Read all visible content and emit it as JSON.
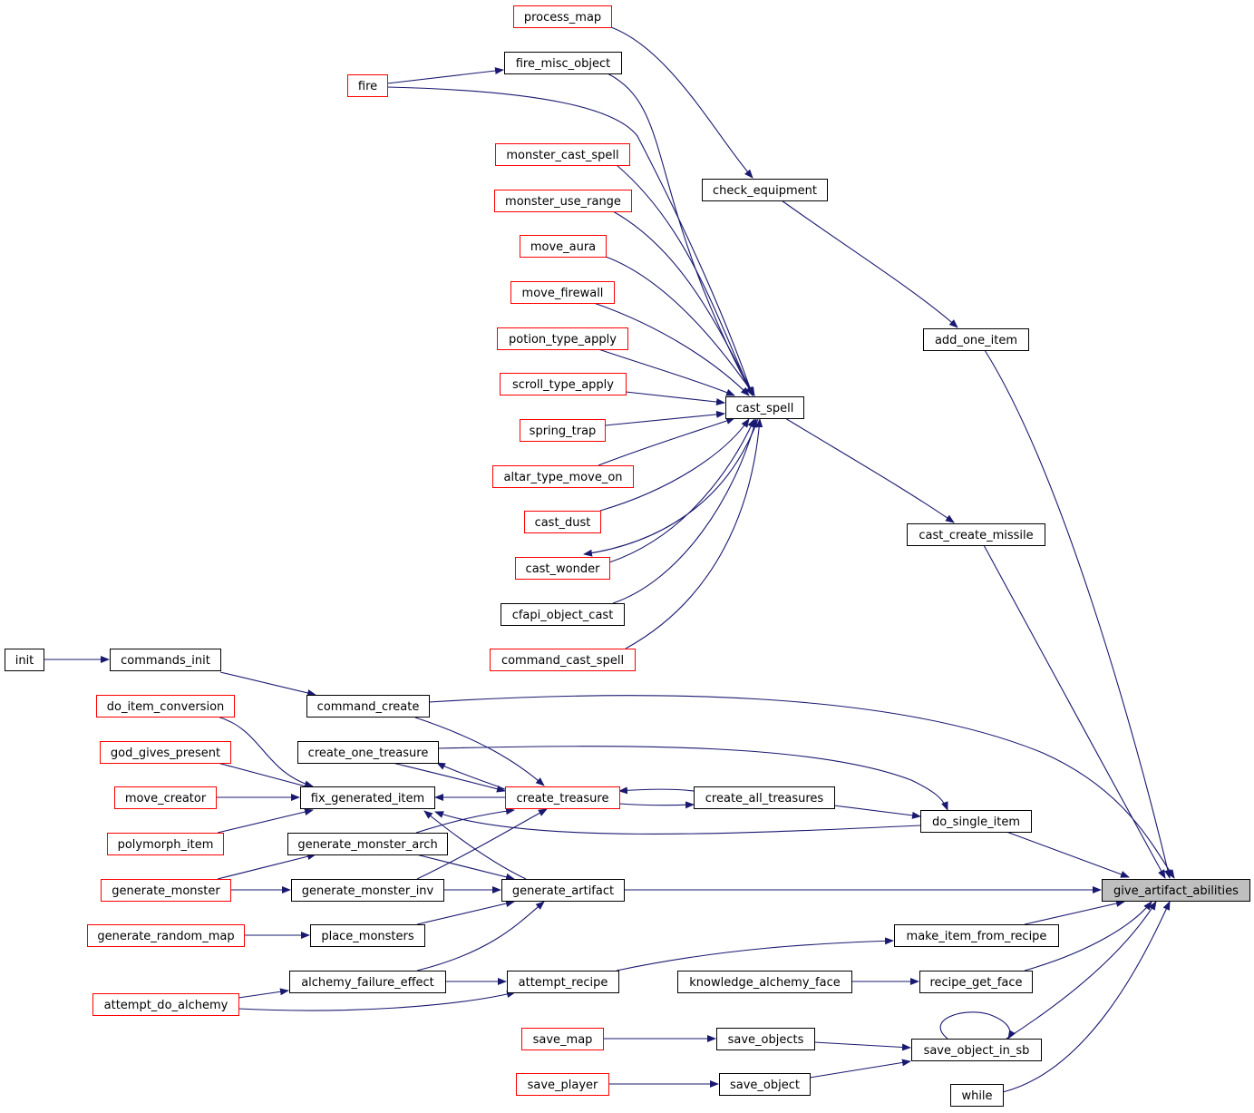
{
  "graph": {
    "root": "give_artifact_abilities",
    "colors": {
      "edge": "#191970",
      "root_fill": "#bfbfbf",
      "truncated_border": "#ff0000",
      "normal_border": "#000000"
    },
    "nodes": [
      {
        "id": "process_map",
        "label": "process_map",
        "style": "truncated"
      },
      {
        "id": "fire_misc_object",
        "label": "fire_misc_object",
        "style": "normal"
      },
      {
        "id": "fire",
        "label": "fire",
        "style": "truncated"
      },
      {
        "id": "monster_cast_spell",
        "label": "monster_cast_spell",
        "style": "truncated"
      },
      {
        "id": "check_equipment",
        "label": "check_equipment",
        "style": "normal"
      },
      {
        "id": "monster_use_range",
        "label": "monster_use_range",
        "style": "truncated"
      },
      {
        "id": "move_aura",
        "label": "move_aura",
        "style": "truncated"
      },
      {
        "id": "move_firewall",
        "label": "move_firewall",
        "style": "truncated"
      },
      {
        "id": "add_one_item",
        "label": "add_one_item",
        "style": "normal"
      },
      {
        "id": "potion_type_apply",
        "label": "potion_type_apply",
        "style": "truncated"
      },
      {
        "id": "scroll_type_apply",
        "label": "scroll_type_apply",
        "style": "truncated"
      },
      {
        "id": "cast_spell",
        "label": "cast_spell",
        "style": "normal"
      },
      {
        "id": "spring_trap",
        "label": "spring_trap",
        "style": "truncated"
      },
      {
        "id": "altar_type_move_on",
        "label": "altar_type_move_on",
        "style": "truncated"
      },
      {
        "id": "cast_dust",
        "label": "cast_dust",
        "style": "truncated"
      },
      {
        "id": "cast_create_missile",
        "label": "cast_create_missile",
        "style": "normal"
      },
      {
        "id": "cast_wonder",
        "label": "cast_wonder",
        "style": "truncated"
      },
      {
        "id": "cfapi_object_cast",
        "label": "cfapi_object_cast",
        "style": "normal"
      },
      {
        "id": "init",
        "label": "init",
        "style": "normal"
      },
      {
        "id": "commands_init",
        "label": "commands_init",
        "style": "normal"
      },
      {
        "id": "command_cast_spell",
        "label": "command_cast_spell",
        "style": "truncated"
      },
      {
        "id": "do_item_conversion",
        "label": "do_item_conversion",
        "style": "truncated"
      },
      {
        "id": "command_create",
        "label": "command_create",
        "style": "normal"
      },
      {
        "id": "god_gives_present",
        "label": "god_gives_present",
        "style": "truncated"
      },
      {
        "id": "create_one_treasure",
        "label": "create_one_treasure",
        "style": "normal"
      },
      {
        "id": "move_creator",
        "label": "move_creator",
        "style": "truncated"
      },
      {
        "id": "fix_generated_item",
        "label": "fix_generated_item",
        "style": "normal"
      },
      {
        "id": "create_treasure",
        "label": "create_treasure",
        "style": "truncated"
      },
      {
        "id": "create_all_treasures",
        "label": "create_all_treasures",
        "style": "normal"
      },
      {
        "id": "do_single_item",
        "label": "do_single_item",
        "style": "normal"
      },
      {
        "id": "polymorph_item",
        "label": "polymorph_item",
        "style": "truncated"
      },
      {
        "id": "generate_monster_arch",
        "label": "generate_monster_arch",
        "style": "normal"
      },
      {
        "id": "generate_monster",
        "label": "generate_monster",
        "style": "truncated"
      },
      {
        "id": "generate_monster_inv",
        "label": "generate_monster_inv",
        "style": "normal"
      },
      {
        "id": "generate_artifact",
        "label": "generate_artifact",
        "style": "normal"
      },
      {
        "id": "give_artifact_abilities",
        "label": "give_artifact_abilities",
        "style": "root"
      },
      {
        "id": "generate_random_map",
        "label": "generate_random_map",
        "style": "truncated"
      },
      {
        "id": "place_monsters",
        "label": "place_monsters",
        "style": "normal"
      },
      {
        "id": "make_item_from_recipe",
        "label": "make_item_from_recipe",
        "style": "normal"
      },
      {
        "id": "alchemy_failure_effect",
        "label": "alchemy_failure_effect",
        "style": "normal"
      },
      {
        "id": "attempt_recipe",
        "label": "attempt_recipe",
        "style": "normal"
      },
      {
        "id": "knowledge_alchemy_face",
        "label": "knowledge_alchemy_face",
        "style": "normal"
      },
      {
        "id": "recipe_get_face",
        "label": "recipe_get_face",
        "style": "normal"
      },
      {
        "id": "attempt_do_alchemy",
        "label": "attempt_do_alchemy",
        "style": "truncated"
      },
      {
        "id": "save_map",
        "label": "save_map",
        "style": "truncated"
      },
      {
        "id": "save_objects",
        "label": "save_objects",
        "style": "normal"
      },
      {
        "id": "save_object_in_sb",
        "label": "save_object_in_sb",
        "style": "normal"
      },
      {
        "id": "save_player",
        "label": "save_player",
        "style": "truncated"
      },
      {
        "id": "save_object",
        "label": "save_object",
        "style": "normal"
      },
      {
        "id": "while",
        "label": "while",
        "style": "normal"
      }
    ],
    "edges": [
      {
        "from": "process_map",
        "to": "check_equipment"
      },
      {
        "from": "check_equipment",
        "to": "add_one_item"
      },
      {
        "from": "add_one_item",
        "to": "give_artifact_abilities"
      },
      {
        "from": "fire",
        "to": "fire_misc_object"
      },
      {
        "from": "fire_misc_object",
        "to": "cast_spell"
      },
      {
        "from": "fire",
        "to": "cast_spell"
      },
      {
        "from": "monster_cast_spell",
        "to": "cast_spell"
      },
      {
        "from": "monster_use_range",
        "to": "cast_spell"
      },
      {
        "from": "move_aura",
        "to": "cast_spell"
      },
      {
        "from": "move_firewall",
        "to": "cast_spell"
      },
      {
        "from": "potion_type_apply",
        "to": "cast_spell"
      },
      {
        "from": "scroll_type_apply",
        "to": "cast_spell"
      },
      {
        "from": "spring_trap",
        "to": "cast_spell"
      },
      {
        "from": "altar_type_move_on",
        "to": "cast_spell"
      },
      {
        "from": "cast_dust",
        "to": "cast_spell"
      },
      {
        "from": "cast_wonder",
        "to": "cast_spell"
      },
      {
        "from": "cast_spell",
        "to": "cast_wonder"
      },
      {
        "from": "cfapi_object_cast",
        "to": "cast_spell"
      },
      {
        "from": "command_cast_spell",
        "to": "cast_spell"
      },
      {
        "from": "cast_spell",
        "to": "cast_create_missile"
      },
      {
        "from": "cast_create_missile",
        "to": "give_artifact_abilities"
      },
      {
        "from": "init",
        "to": "commands_init"
      },
      {
        "from": "commands_init",
        "to": "command_create"
      },
      {
        "from": "command_create",
        "to": "give_artifact_abilities"
      },
      {
        "from": "command_create",
        "to": "create_treasure"
      },
      {
        "from": "do_item_conversion",
        "to": "fix_generated_item"
      },
      {
        "from": "god_gives_present",
        "to": "fix_generated_item"
      },
      {
        "from": "move_creator",
        "to": "fix_generated_item"
      },
      {
        "from": "polymorph_item",
        "to": "fix_generated_item"
      },
      {
        "from": "create_treasure",
        "to": "fix_generated_item"
      },
      {
        "from": "create_treasure",
        "to": "create_one_treasure"
      },
      {
        "from": "create_one_treasure",
        "to": "create_treasure"
      },
      {
        "from": "create_treasure",
        "to": "create_all_treasures"
      },
      {
        "from": "create_all_treasures",
        "to": "create_treasure"
      },
      {
        "from": "create_one_treasure",
        "to": "do_single_item"
      },
      {
        "from": "create_all_treasures",
        "to": "do_single_item"
      },
      {
        "from": "do_single_item",
        "to": "fix_generated_item"
      },
      {
        "from": "do_single_item",
        "to": "give_artifact_abilities"
      },
      {
        "from": "generate_monster_arch",
        "to": "create_treasure"
      },
      {
        "from": "generate_monster_inv",
        "to": "create_treasure"
      },
      {
        "from": "generate_monster",
        "to": "generate_monster_arch"
      },
      {
        "from": "generate_monster",
        "to": "generate_monster_inv"
      },
      {
        "from": "generate_monster_arch",
        "to": "generate_artifact"
      },
      {
        "from": "generate_monster_inv",
        "to": "generate_artifact"
      },
      {
        "from": "generate_artifact",
        "to": "fix_generated_item"
      },
      {
        "from": "generate_artifact",
        "to": "give_artifact_abilities"
      },
      {
        "from": "generate_random_map",
        "to": "place_monsters"
      },
      {
        "from": "place_monsters",
        "to": "generate_artifact"
      },
      {
        "from": "alchemy_failure_effect",
        "to": "generate_artifact"
      },
      {
        "from": "attempt_do_alchemy",
        "to": "alchemy_failure_effect"
      },
      {
        "from": "alchemy_failure_effect",
        "to": "attempt_recipe"
      },
      {
        "from": "attempt_do_alchemy",
        "to": "attempt_recipe"
      },
      {
        "from": "attempt_recipe",
        "to": "make_item_from_recipe"
      },
      {
        "from": "make_item_from_recipe",
        "to": "give_artifact_abilities"
      },
      {
        "from": "knowledge_alchemy_face",
        "to": "recipe_get_face"
      },
      {
        "from": "recipe_get_face",
        "to": "give_artifact_abilities"
      },
      {
        "from": "save_map",
        "to": "save_objects"
      },
      {
        "from": "save_objects",
        "to": "save_object_in_sb"
      },
      {
        "from": "save_player",
        "to": "save_object"
      },
      {
        "from": "save_object",
        "to": "save_object_in_sb"
      },
      {
        "from": "save_object_in_sb",
        "to": "save_object_in_sb"
      },
      {
        "from": "save_object_in_sb",
        "to": "give_artifact_abilities"
      },
      {
        "from": "while",
        "to": "give_artifact_abilities"
      }
    ]
  }
}
